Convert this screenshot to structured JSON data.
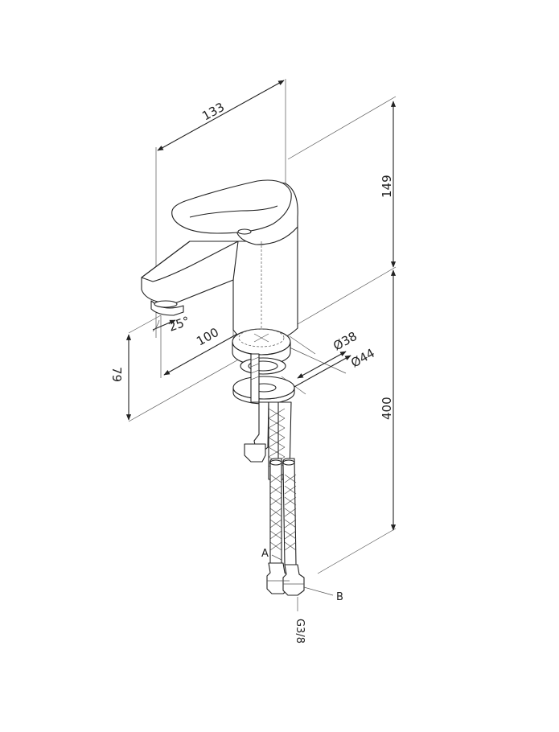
{
  "drawing": {
    "dimensions": {
      "width_total": "133",
      "height_upper": "149",
      "height_lower": "400",
      "spout_reach": "100",
      "spout_height": "79",
      "spout_angle": "25°",
      "base_diameter_1": "Ø38",
      "base_diameter_2": "Ø44"
    },
    "labels": {
      "hose_a": "A",
      "hose_b": "B",
      "thread": "G3/8"
    }
  }
}
